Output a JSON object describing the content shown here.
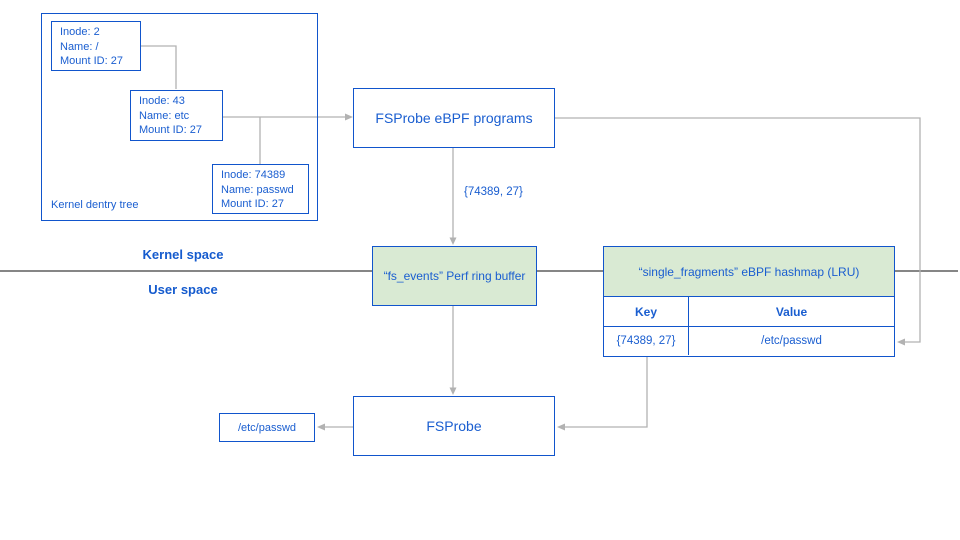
{
  "colors": {
    "accent_blue": "#1155cc",
    "box_fill_green": "#d9ead3",
    "connector_gray": "#b2b2b2",
    "divider_dark": "#3d3d3d"
  },
  "kernel_space_label": "Kernel space",
  "user_space_label": "User space",
  "dentry_tree": {
    "label": "Kernel dentry tree",
    "nodes": [
      {
        "lines": [
          "Inode: 2",
          "Name: /",
          "Mount ID: 27"
        ]
      },
      {
        "lines": [
          "Inode: 43",
          "Name: etc",
          "Mount ID: 27"
        ]
      },
      {
        "lines": [
          "Inode: 74389",
          "Name: passwd",
          "Mount ID: 27"
        ]
      }
    ]
  },
  "ebpf_programs": {
    "label": "FSProbe eBPF programs"
  },
  "event_edge_label": "{74389, 27}",
  "perf_ring_buffer": {
    "label": "“fs_events” Perf ring buffer"
  },
  "hashmap": {
    "title": "“single_fragments” eBPF hashmap (LRU)",
    "columns": [
      "Key",
      "Value"
    ],
    "rows": [
      [
        "{74389, 27}",
        "/etc/passwd"
      ]
    ]
  },
  "fsprobe": {
    "label": "FSProbe"
  },
  "output_path": {
    "label": "/etc/passwd"
  }
}
